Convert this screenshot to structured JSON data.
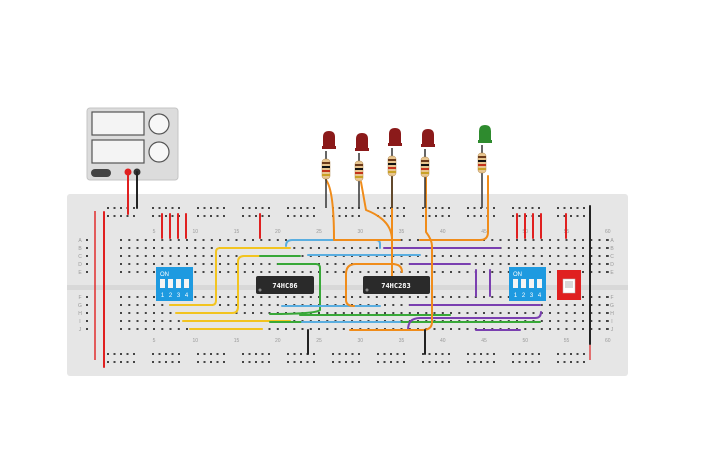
{
  "psu": {
    "buttons": [
      "",
      ""
    ],
    "knob_count": 2
  },
  "breadboard": {
    "column_numbers": [
      "5",
      "10",
      "15",
      "20",
      "25",
      "30",
      "35",
      "40",
      "45",
      "50",
      "55",
      "60"
    ],
    "row_letters_top": [
      "A",
      "B",
      "C",
      "D",
      "E"
    ],
    "row_letters_bottom": [
      "F",
      "G",
      "H",
      "I",
      "J"
    ]
  },
  "chips": [
    {
      "id": "u1",
      "label": "74HC86"
    },
    {
      "id": "u2",
      "label": "74HC283"
    }
  ],
  "dip_switches": [
    {
      "id": "dip-left",
      "on_label": "ON",
      "numbers": [
        "1",
        "2",
        "3",
        "4"
      ]
    },
    {
      "id": "dip-right",
      "on_label": "ON",
      "numbers": [
        "1",
        "2",
        "3",
        "4"
      ]
    }
  ],
  "leds": [
    {
      "id": "led1",
      "color": "#8b1a1a"
    },
    {
      "id": "led2",
      "color": "#8b1a1a"
    },
    {
      "id": "led3",
      "color": "#8b1a1a"
    },
    {
      "id": "led4",
      "color": "#8b1a1a"
    },
    {
      "id": "led5",
      "color": "#2e8b2e"
    }
  ],
  "slide_switch": {
    "color": "#e02020"
  },
  "colors": {
    "board": "#e6e6e6",
    "wire_red": "#e02020",
    "wire_orange": "#f08c1a",
    "wire_yellow": "#f2c420",
    "wire_green": "#38a838",
    "wire_blue": "#5aaee0",
    "wire_purple": "#7a3fb0",
    "wire_black": "#222222",
    "dip_blue": "#1e9ae0"
  }
}
